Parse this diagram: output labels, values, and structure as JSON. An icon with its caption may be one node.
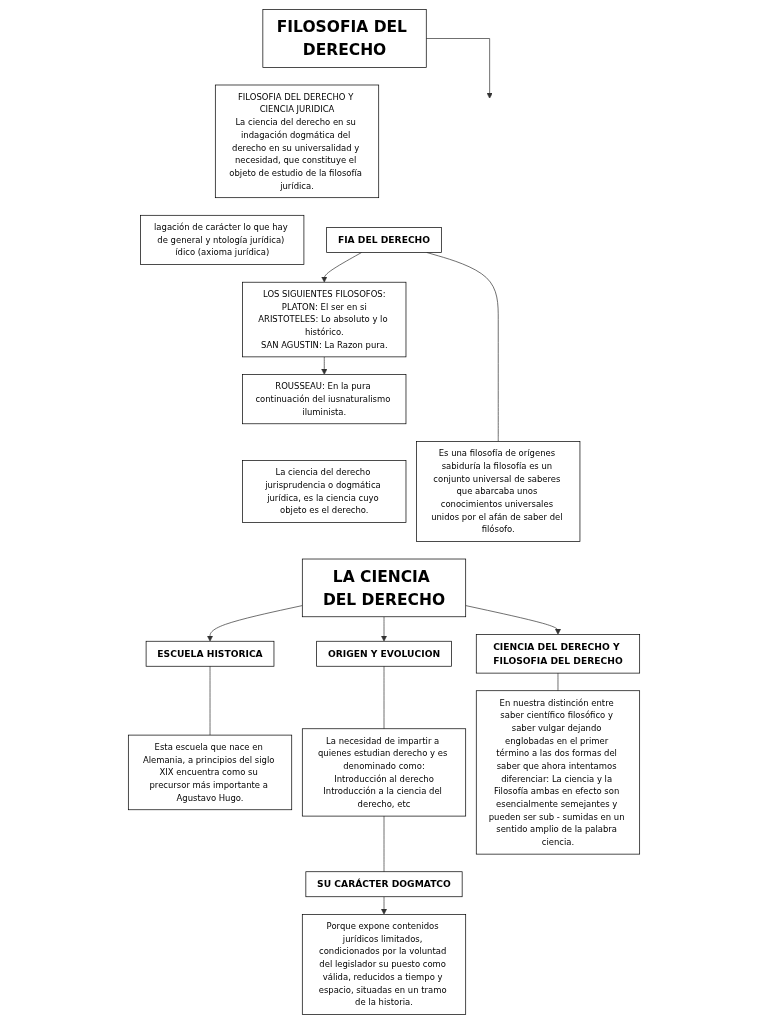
{
  "diagram": {
    "nodes": [
      {
        "text": [
          "FILOSOFIA DEL DERECHO"
        ]
      },
      {
        "text": [
          "FILOSOFIA DEL DERECHO Y CIENCIA JURIDICA",
          "La ciencia del derecho en su indagación dogmática del derecho en su universalidad y necesidad, que constituye el objeto de estudio de la filosofía jurídica."
        ]
      },
      {
        "text": [
          "lagación de carácter lo que hay de general y ntología jurídica) ídico (axioma jurídica)"
        ]
      },
      {
        "text": [
          "FIA DEL DERECHO"
        ]
      },
      {
        "text": [
          "Es una filosofía de orígenes sabiduría la filosofía es un conjunto universal de saberes que abarcaba unos conocimientos universales unidos por el afán de saber del filósofo."
        ]
      },
      {
        "text": [
          "LOS SIGUIENTES FILOSOFOS:",
          "PLATON: El ser en si",
          "ARISTOTELES: Lo absoluto y lo histórico.",
          "SAN AGUSTIN: La Razon pura."
        ]
      },
      {
        "text": [
          "ROUSSEAU: En la pura continuación del iusnaturalismo iluminista."
        ]
      },
      {
        "text": [
          "La ciencia del derecho jurisprudencia o dogmática jurídica, es la ciencia cuyo objeto es el derecho."
        ]
      },
      {
        "text": [
          "LA CIENCIA DEL DERECHO"
        ]
      },
      {
        "text": [
          "ESCUELA HISTORICA"
        ]
      },
      {
        "text": [
          "ORIGEN Y EVOLUCION"
        ]
      },
      {
        "text": [
          "CIENCIA DEL DERECHO Y FILOSOFIA DEL DERECHO"
        ]
      },
      {
        "text": [
          "Esta escuela que nace en Alemania, a principios del siglo XIX encuentra como su precursor más importante a Agustavo Hugo."
        ]
      },
      {
        "text": [
          "La necesidad de impartir a quienes estudian derecho y es denominado como:",
          "Introducción al derecho",
          "Introducción a la ciencia del derecho, etc"
        ]
      },
      {
        "text": [
          "En nuestra distinción entre saber científico filosófico y saber vulgar dejando englobadas en el primer término a las dos formas del saber que ahora intentamos diferenciar: La ciencia y la Filosofía ambas en efecto son esencialmente semejantes y pueden ser sub - sumidas en un sentido amplio de la palabra ciencia."
        ]
      },
      {
        "text": [
          "SU CARÁCTER DOGMATCO"
        ]
      },
      {
        "text": [
          "Porque expone contenidos jurídicos limitados, condicionados por la voluntad del legislador su puesto como válida, reducidos a tiempo y espacio, situadas en un tramo de la historia."
        ]
      }
    ],
    "edges": [
      {
        "from": 0,
        "to": null,
        "arrow": "to"
      },
      {
        "from": 3,
        "to": 4,
        "arrow": "none"
      },
      {
        "from": 3,
        "to": 5,
        "arrow": "to"
      },
      {
        "from": 5,
        "to": 6,
        "arrow": "to"
      },
      {
        "from": 8,
        "to": 9,
        "arrow": "to"
      },
      {
        "from": 8,
        "to": 10,
        "arrow": "to"
      },
      {
        "from": 8,
        "to": 11,
        "arrow": "to"
      },
      {
        "from": 9,
        "to": 12,
        "arrow": "none"
      },
      {
        "from": 10,
        "to": 13,
        "arrow": "none"
      },
      {
        "from": 11,
        "to": 14,
        "arrow": "none"
      },
      {
        "from": 13,
        "to": 15,
        "arrow": "none"
      },
      {
        "from": 15,
        "to": 16,
        "arrow": "to"
      }
    ]
  }
}
